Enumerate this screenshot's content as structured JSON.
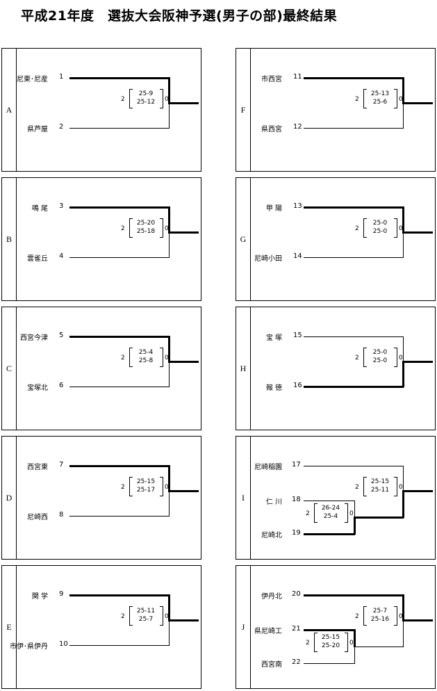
{
  "title": "平成21年度　選抜大会阪神予選(男子の部)最終結果",
  "blocks": [
    {
      "letter": "A",
      "teams": [
        {
          "name": "尼東･尼産",
          "seed": "1"
        },
        {
          "name": "県芦屋",
          "seed": "2"
        }
      ],
      "winner": 0,
      "scores": [
        "25-9",
        "25-12"
      ],
      "sets_won": "2",
      "sets_lost": "0"
    },
    {
      "letter": "B",
      "teams": [
        {
          "name": "鳴 尾",
          "seed": "3"
        },
        {
          "name": "雲雀丘",
          "seed": "4"
        }
      ],
      "winner": 0,
      "scores": [
        "25-20",
        "25-18"
      ],
      "sets_won": "2",
      "sets_lost": "0"
    },
    {
      "letter": "C",
      "teams": [
        {
          "name": "西宮今津",
          "seed": "5"
        },
        {
          "name": "宝塚北",
          "seed": "6"
        }
      ],
      "winner": 0,
      "scores": [
        "25-4",
        "25-8"
      ],
      "sets_won": "2",
      "sets_lost": "0"
    },
    {
      "letter": "D",
      "teams": [
        {
          "name": "西宮東",
          "seed": "7"
        },
        {
          "name": "尼崎西",
          "seed": "8"
        }
      ],
      "winner": 0,
      "scores": [
        "25-15",
        "25-17"
      ],
      "sets_won": "2",
      "sets_lost": "0"
    },
    {
      "letter": "E",
      "teams": [
        {
          "name": "関 学",
          "seed": "9"
        },
        {
          "name": "市伊･県伊丹",
          "seed": "10"
        }
      ],
      "winner": 0,
      "scores": [
        "25-11",
        "25-7"
      ],
      "sets_won": "2",
      "sets_lost": "0"
    },
    {
      "letter": "F",
      "teams": [
        {
          "name": "市西宮",
          "seed": "11"
        },
        {
          "name": "県西宮",
          "seed": "12"
        }
      ],
      "winner": 0,
      "scores": [
        "25-13",
        "25-6"
      ],
      "sets_won": "2",
      "sets_lost": "0"
    },
    {
      "letter": "G",
      "teams": [
        {
          "name": "甲 陽",
          "seed": "13"
        },
        {
          "name": "尼崎小田",
          "seed": "14"
        }
      ],
      "winner": 0,
      "scores": [
        "25-0",
        "25-0"
      ],
      "sets_won": "2",
      "sets_lost": "0"
    },
    {
      "letter": "H",
      "teams": [
        {
          "name": "宝 塚",
          "seed": "15"
        },
        {
          "name": "報 徳",
          "seed": "16"
        }
      ],
      "winner": 1,
      "scores": [
        "25-0",
        "25-0"
      ],
      "sets_won": "2",
      "sets_lost": "0"
    },
    {
      "letter": "I",
      "teams": [
        {
          "name": "尼崎稲園",
          "seed": "17"
        },
        {
          "name": "仁 川",
          "seed": "18"
        },
        {
          "name": "尼崎北",
          "seed": "19"
        }
      ],
      "winner": 2,
      "scores": [
        "25-15",
        "25-11"
      ],
      "sets_won": "2",
      "sets_lost": "0",
      "pre_scores": [
        "26-24",
        "25-4"
      ],
      "pre_won": "2",
      "pre_lost": "0"
    },
    {
      "letter": "J",
      "teams": [
        {
          "name": "伊丹北",
          "seed": "20"
        },
        {
          "name": "県尼崎工",
          "seed": "21"
        },
        {
          "name": "西宮南",
          "seed": "22"
        }
      ],
      "winner": 0,
      "scores": [
        "25-7",
        "25-16"
      ],
      "sets_won": "2",
      "sets_lost": "0",
      "pre_scores": [
        "25-15",
        "25-20"
      ],
      "pre_won": "2",
      "pre_lost": "0"
    }
  ]
}
